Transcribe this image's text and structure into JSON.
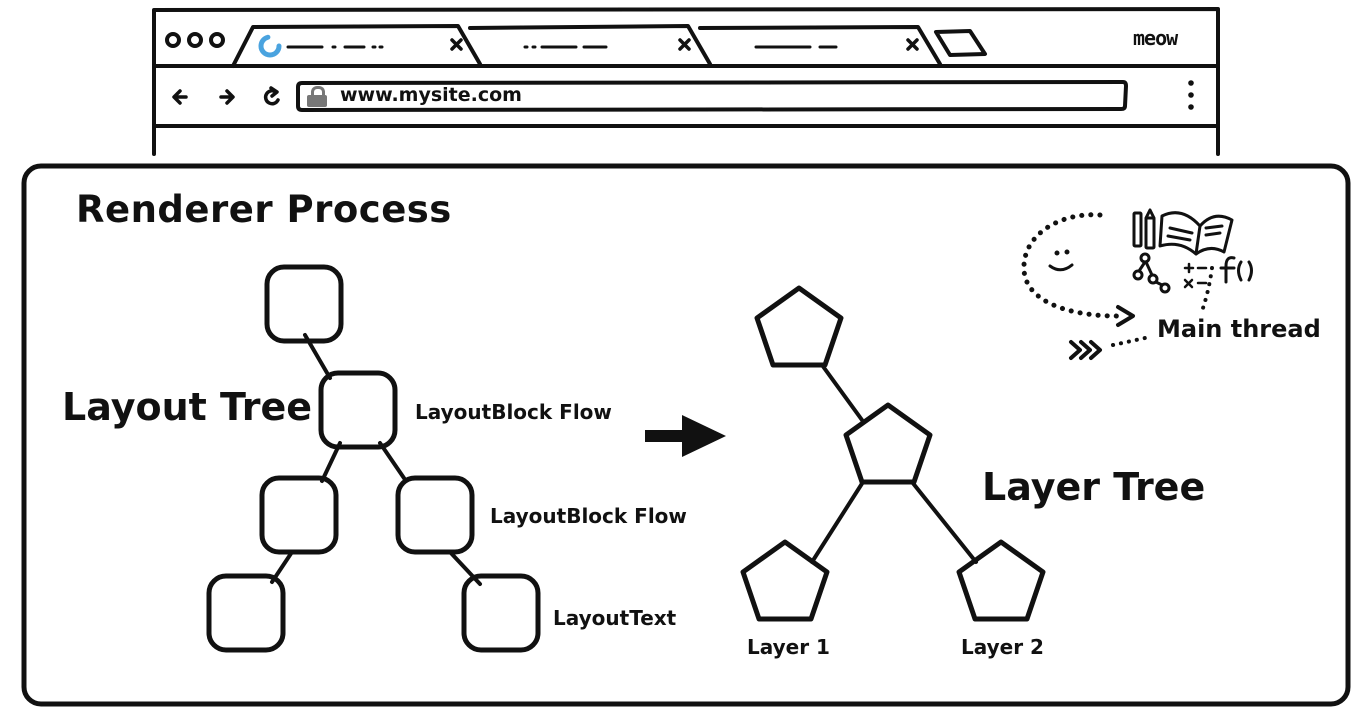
{
  "browser": {
    "profile_label": "meow",
    "url": "www.mysite.com"
  },
  "process": {
    "title": "Renderer Process",
    "thread_label": "Main thread"
  },
  "layout_tree": {
    "label": "Layout Tree",
    "node_labels": [
      "LayoutBlock Flow",
      "LayoutBlock Flow",
      "LayoutText"
    ]
  },
  "layer_tree": {
    "label": "Layer Tree",
    "layer_labels": [
      "Layer 1",
      "Layer 2"
    ]
  }
}
